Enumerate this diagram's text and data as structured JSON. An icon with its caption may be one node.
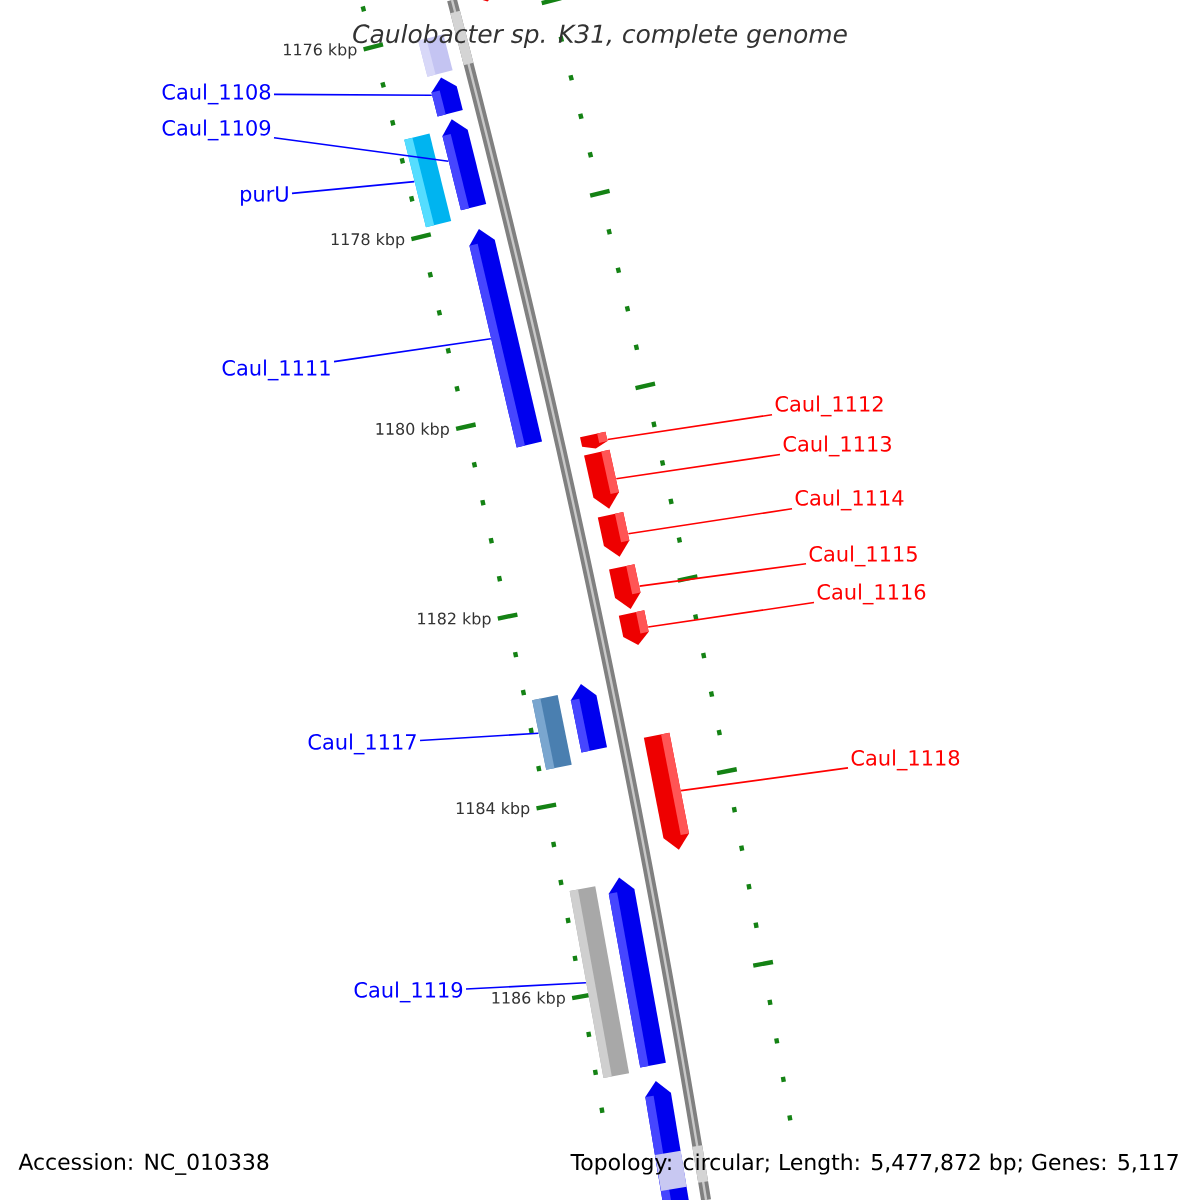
{
  "diagram": {
    "title": "Caulobacter sp. K31, complete genome",
    "nodes": [
      {
        "text": [
          "Caul_1108"
        ]
      },
      {
        "text": [
          "Caul_1109"
        ]
      },
      {
        "text": [
          "purU"
        ]
      },
      {
        "text": [
          "Caul_1111"
        ]
      },
      {
        "text": [
          "Caul_1112"
        ]
      },
      {
        "text": [
          "Caul_1113"
        ]
      },
      {
        "text": [
          "Caul_1114"
        ]
      },
      {
        "text": [
          "Caul_1115"
        ]
      },
      {
        "text": [
          "Caul_1116"
        ]
      },
      {
        "text": [
          "Caul_1117"
        ]
      },
      {
        "text": [
          "Caul_1118"
        ]
      },
      {
        "text": [
          "Caul_1119"
        ]
      },
      {
        "text": [],
        "shape": "pentagon"
      },
      {
        "text": [],
        "shape": "bar"
      },
      {
        "text": [],
        "shape": "pentagon"
      },
      {
        "text": [],
        "shape": "pentagon"
      },
      {
        "text": [],
        "shape": "bar"
      },
      {
        "text": [],
        "shape": "pentagon"
      },
      {
        "text": [],
        "shape": "pentagon"
      },
      {
        "text": [],
        "shape": "pentagon"
      },
      {
        "text": [],
        "shape": "pentagon"
      },
      {
        "text": [],
        "shape": "pentagon"
      },
      {
        "text": [],
        "shape": "pentagon"
      },
      {
        "text": [],
        "shape": "pentagon"
      },
      {
        "text": [],
        "shape": "bar"
      },
      {
        "text": [],
        "shape": "pentagon"
      },
      {
        "text": [],
        "shape": "pentagon"
      },
      {
        "text": [],
        "shape": "bar"
      },
      {
        "text": [],
        "shape": "pentagon"
      }
    ],
    "edges": [
      {
        "from": 0,
        "to": 14,
        "arrow": "none"
      },
      {
        "from": 1,
        "to": 15,
        "arrow": "none"
      },
      {
        "from": 2,
        "to": 16,
        "arrow": "none"
      },
      {
        "from": 3,
        "to": 17,
        "arrow": "none"
      },
      {
        "from": 4,
        "to": 18,
        "arrow": "none",
        "color": "#ff0000"
      },
      {
        "from": 5,
        "to": 19,
        "arrow": "none",
        "color": "#ff0000"
      },
      {
        "from": 6,
        "to": 20,
        "arrow": "none",
        "color": "#ff0000"
      },
      {
        "from": 7,
        "to": 21,
        "arrow": "none",
        "color": "#ff0000"
      },
      {
        "from": 8,
        "to": 22,
        "arrow": "none",
        "color": "#ff0000"
      },
      {
        "from": 9,
        "to": 24,
        "arrow": "none"
      },
      {
        "from": 10,
        "to": 25,
        "arrow": "none",
        "color": "#ff0000"
      },
      {
        "from": 11,
        "to": 27,
        "arrow": "none"
      }
    ],
    "labels": [
      "1176 kbp",
      "1178 kbp",
      "1180 kbp",
      "1182 kbp",
      "1184 kbp",
      "1186 kbp",
      "Accession: NC_010338",
      "Topology: circular; Length: 5,477,872 bp; Genes: 5,117"
    ]
  }
}
